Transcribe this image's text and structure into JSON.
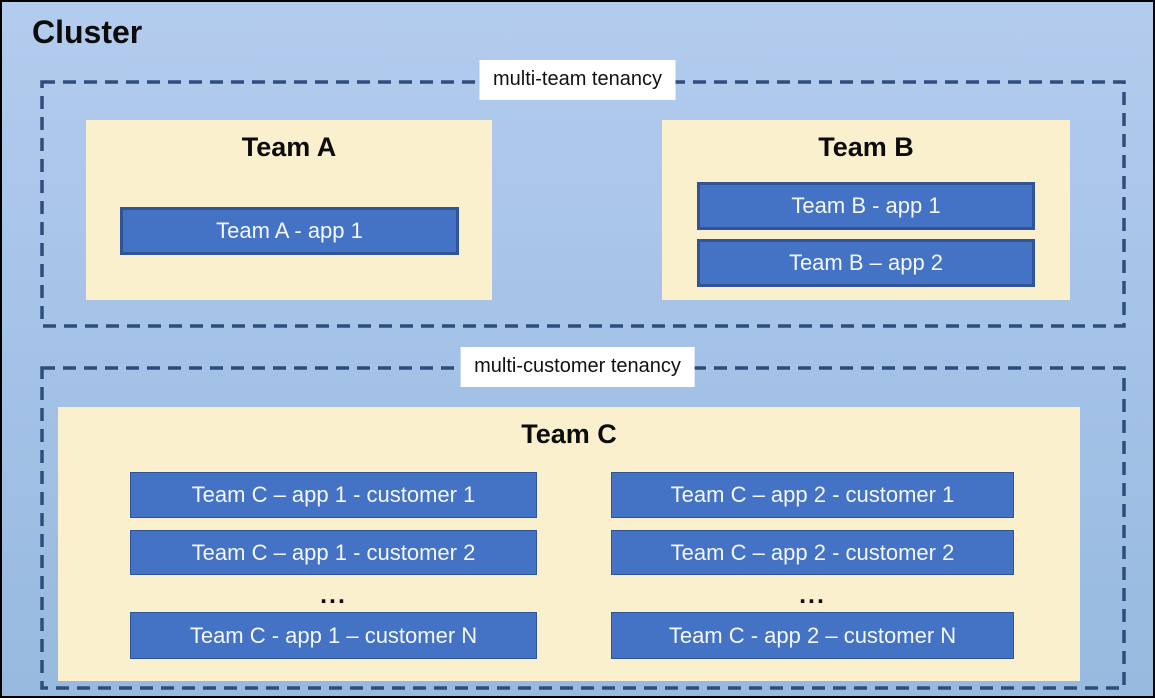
{
  "diagram": {
    "title": "Cluster",
    "sections": [
      {
        "label": "multi-team tenancy",
        "teams": [
          {
            "name": "Team A",
            "apps": [
              "Team A - app 1"
            ]
          },
          {
            "name": "Team B",
            "apps": [
              "Team B - app 1",
              "Team B – app 2"
            ]
          }
        ]
      },
      {
        "label": "multi-customer tenancy",
        "teams": [
          {
            "name": "Team C",
            "columns": [
              {
                "apps": [
                  "Team C – app 1 - customer 1",
                  "Team C – app 1 - customer 2",
                  "Team C - app 1 – customer N"
                ],
                "ellipsis": "..."
              },
              {
                "apps": [
                  "Team C – app 2 - customer 1",
                  "Team C – app 2 - customer 2",
                  "Team C - app 2 – customer N"
                ],
                "ellipsis": "..."
              }
            ]
          }
        ]
      }
    ],
    "colors": {
      "cluster_background_top": "#b3ccee",
      "cluster_background_bottom": "#97bade",
      "dashed_boundary": "#2e4d7d",
      "team_box_background": "#fbf0ce",
      "app_box_fill": "#4472c4",
      "app_box_border": "#2f5597",
      "app_box_text": "#f4f8fd",
      "zone_label_background": "#ffffff",
      "title_text": "#0c0c0c"
    }
  }
}
